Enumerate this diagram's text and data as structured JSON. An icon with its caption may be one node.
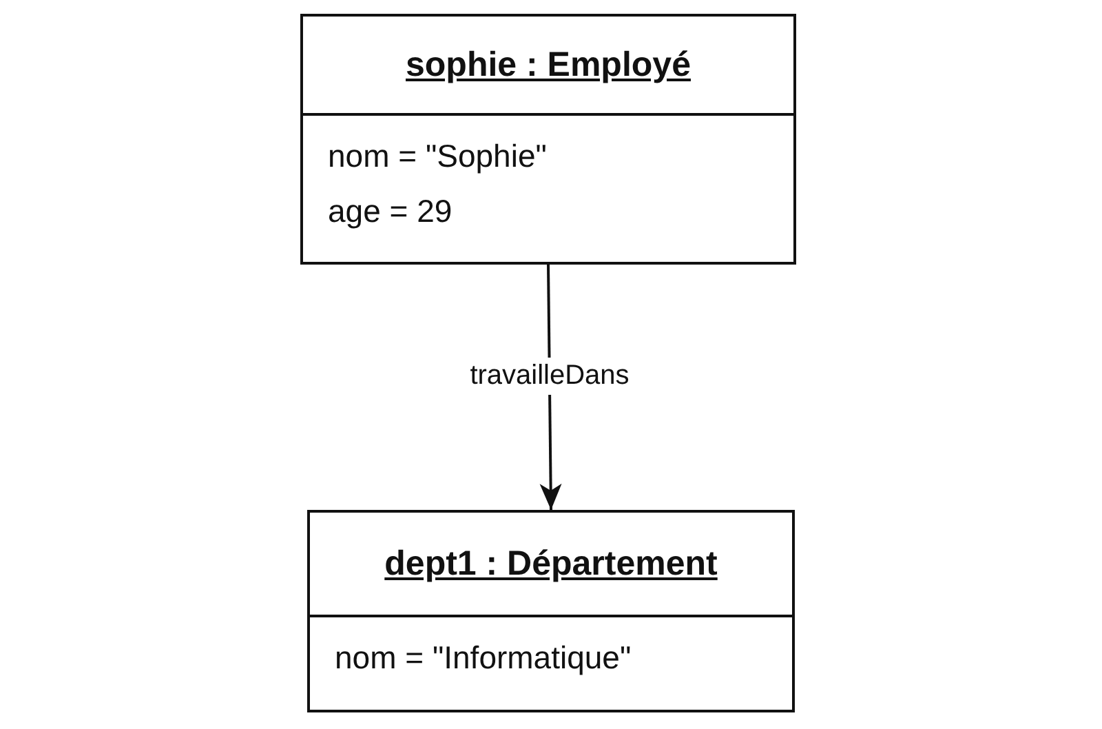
{
  "diagram": {
    "nodes": [
      {
        "text": [
          "sophie : Employé",
          "nom = \"Sophie\"",
          "age = 29"
        ]
      },
      {
        "text": [
          "dept1 : Département",
          "nom = \"Informatique\""
        ]
      }
    ],
    "edges": [
      {
        "from": 0,
        "to": 1,
        "arrow": "to",
        "label": "travailleDans"
      }
    ]
  }
}
